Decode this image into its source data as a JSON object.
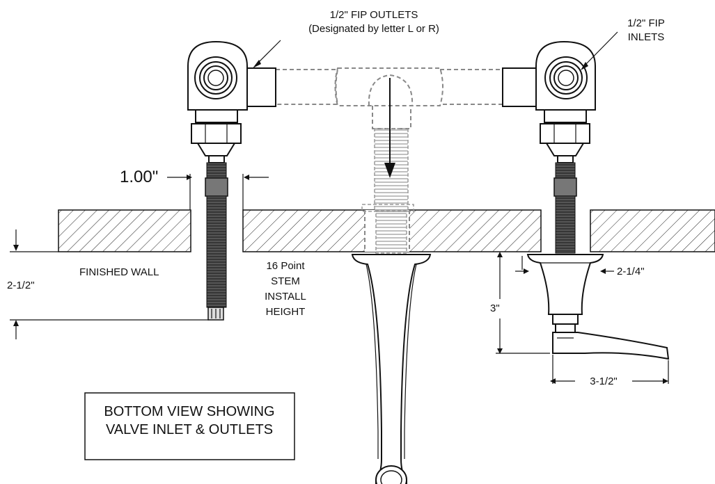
{
  "labels": {
    "outlets_line1": "1/2\" FIP OUTLETS",
    "outlets_line2": "(Designated by letter L or R)",
    "inlets_line1": "1/2\" FIP",
    "inlets_line2": "INLETS",
    "dim_stem_gap": "1.00\"",
    "finished_wall": "FINISHED WALL",
    "stem_note_1": "16 Point",
    "stem_note_2": "STEM",
    "stem_note_3": "INSTALL",
    "stem_note_4": "HEIGHT",
    "dim_install_height": "2-1/2\"",
    "dim_escutcheon": "2-1/4\"",
    "dim_handle_height": "3\"",
    "dim_handle_reach": "3-1/2\"",
    "bottom_view_line1": "BOTTOM VIEW SHOWING",
    "bottom_view_line2": "VALVE INLET & OUTLETS"
  },
  "colors": {
    "ink": "#111111",
    "hidden_line": "#888888",
    "background": "#ffffff"
  }
}
